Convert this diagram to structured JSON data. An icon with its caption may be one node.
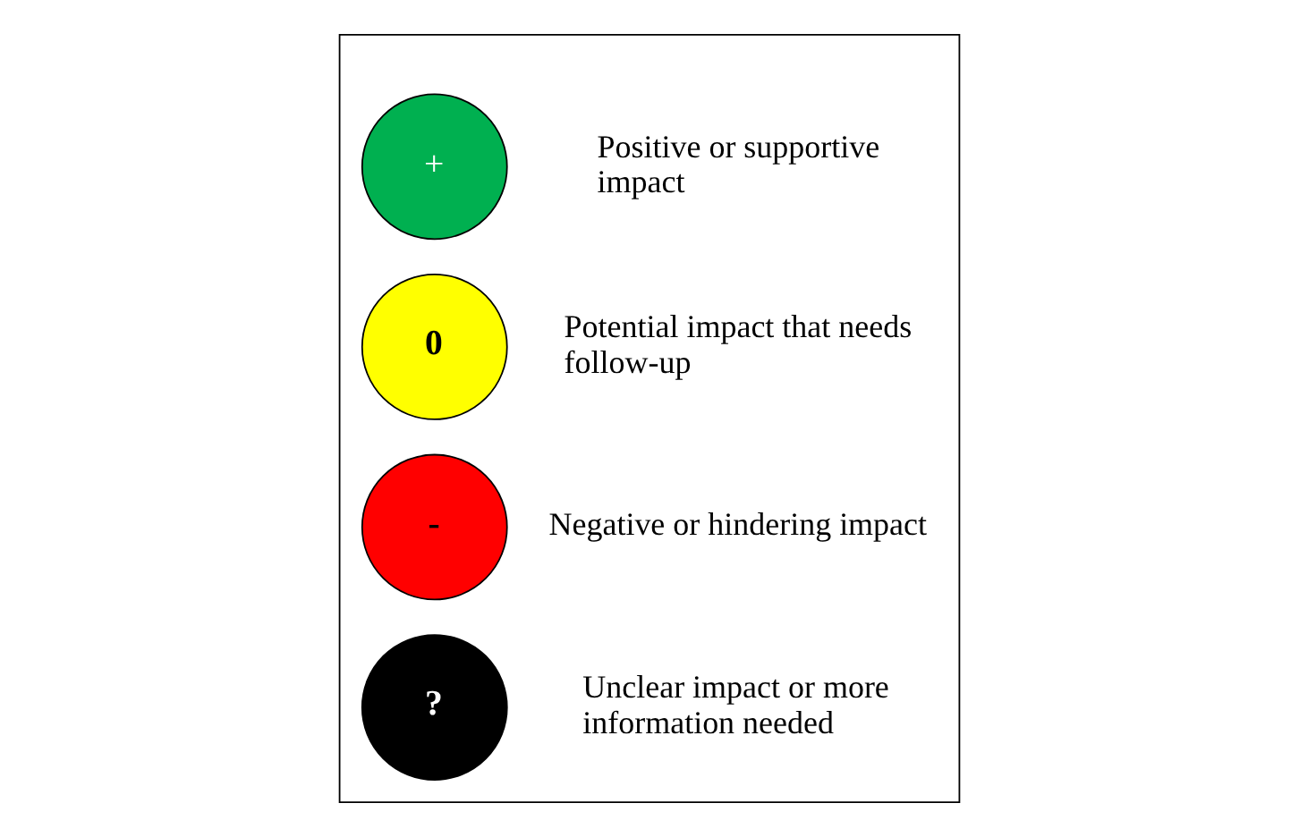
{
  "diagram": {
    "nodes": [
      {
        "text": [],
        "shape": "box"
      },
      {
        "text": [
          "+"
        ],
        "beside": [
          "Positive or supportive impact"
        ],
        "in": 0
      },
      {
        "text": [
          "0"
        ],
        "beside": [
          "Potential impact that needs follow-up"
        ],
        "in": 0
      },
      {
        "text": [
          "-"
        ],
        "beside": [
          "Negative or hindering impact"
        ],
        "in": 0
      },
      {
        "text": [
          "?"
        ],
        "beside": [
          "Unclear impact or more information needed"
        ],
        "in": 0
      }
    ]
  }
}
